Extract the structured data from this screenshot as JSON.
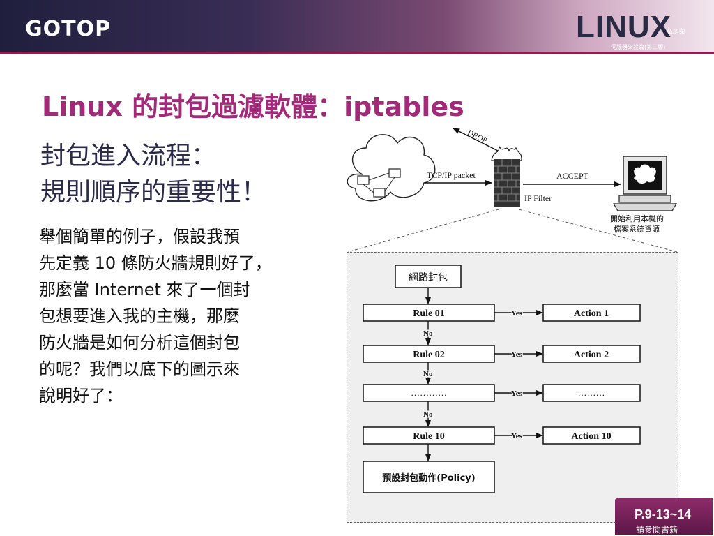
{
  "header": {
    "left_logo": "GOTOP",
    "right_logo": "LINUX",
    "right_logo_sub": "私房菜",
    "right_logo_sub2": "伺服器架設篇(第三版)"
  },
  "title": "Linux 的封包過濾軟體：iptables",
  "subtitle": [
    "封包進入流程：",
    "規則順序的重要性！"
  ],
  "body_lines": [
    "舉個簡單的例子，假設我預",
    "先定義 10 條防火牆規則好了，",
    "那麼當 Internet 來了一個封",
    "包想要進入我的主機，那麼",
    "防火牆是如何分析這個封包",
    "的呢？我們以底下的圖示來",
    "說明好了："
  ],
  "diagram": {
    "top": {
      "drop": "DROP",
      "packet": "TCP/IP packet",
      "accept": "ACCEPT",
      "filter": "IP Filter",
      "resource_line1": "開始利用本機的",
      "resource_line2": "檔案系統資源"
    },
    "flow": {
      "start": "網路封包",
      "rules": [
        "Rule 01",
        "Rule 02",
        "…………",
        "Rule 10"
      ],
      "actions": [
        "Action 1",
        "Action 2",
        "………",
        "Action 10"
      ],
      "yes": "Yes",
      "no": "No",
      "policy": "預設封包動作(Policy)"
    }
  },
  "footer": {
    "page": "P.9-13~14",
    "ref": "請參閱書籍"
  }
}
